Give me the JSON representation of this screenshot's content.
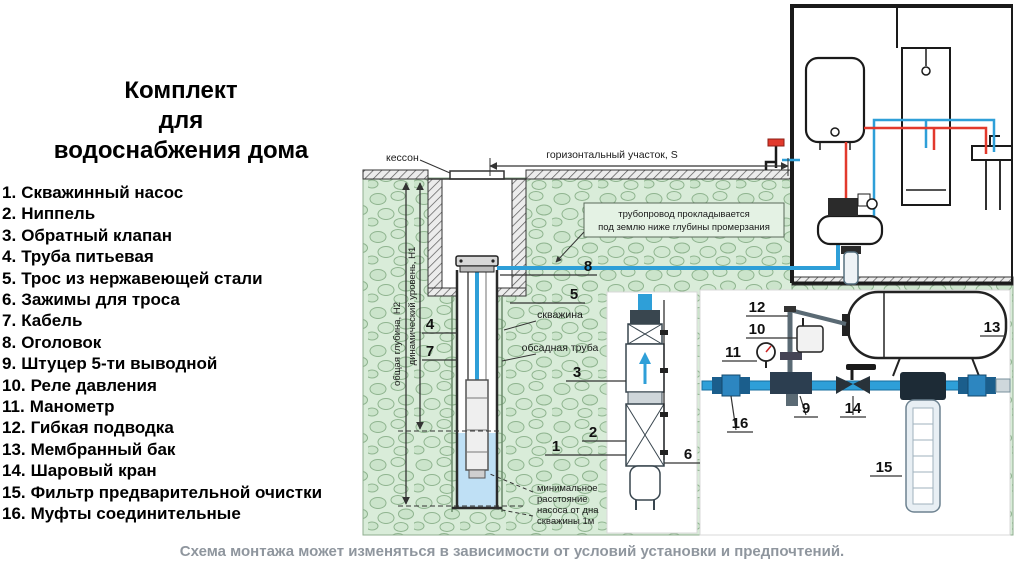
{
  "title": {
    "lines": [
      "Комплект",
      "для",
      "водоснабжения дома"
    ]
  },
  "legend": {
    "items": [
      {
        "n": "1.",
        "t": "Скважинный насос"
      },
      {
        "n": "2.",
        "t": "Ниппель"
      },
      {
        "n": "3.",
        "t": "Обратный клапан"
      },
      {
        "n": "4.",
        "t": "Труба питьевая"
      },
      {
        "n": "5.",
        "t": "Трос из нержавеющей стали"
      },
      {
        "n": "6.",
        "t": "Зажимы для троса"
      },
      {
        "n": "7.",
        "t": "Кабель"
      },
      {
        "n": "8.",
        "t": "Оголовок"
      },
      {
        "n": "9.",
        "t": "Штуцер 5-ти выводной"
      },
      {
        "n": "10.",
        "t": "Реле давления"
      },
      {
        "n": "11.",
        "t": "Манометр"
      },
      {
        "n": "12.",
        "t": "Гибкая подводка"
      },
      {
        "n": "13.",
        "t": "Мембранный бак"
      },
      {
        "n": "14.",
        "t": "Шаровый кран"
      },
      {
        "n": "15.",
        "t": "Фильтр предварительной очистки"
      },
      {
        "n": "16.",
        "t": "Муфты соединительные"
      }
    ]
  },
  "diagram": {
    "labels": {
      "kesson": "кессон",
      "horizontal_section": "горизонтальный участок, S",
      "pipeline_note_1": "трубопровод прокладывается",
      "pipeline_note_2": "под землю ниже глубины промерзания",
      "total_depth": "общая глубина, H2",
      "dynamic_level": "динамический уровень, H1",
      "well": "скважина",
      "casing": "обсадная труба",
      "min_dist_1": "минимальное",
      "min_dist_2": "расстояние",
      "min_dist_3": "насоса от дна",
      "min_dist_4": "скважины 1м"
    },
    "callouts": {
      "c1": "1",
      "c2": "2",
      "c3": "3",
      "c4": "4",
      "c5": "5",
      "c6": "6",
      "c7": "7",
      "c8": "8",
      "c9": "9",
      "c10": "10",
      "c11": "11",
      "c12": "12",
      "c13": "13",
      "c14": "14",
      "c15": "15",
      "c16": "16"
    }
  },
  "footer": {
    "note": "Схема монтажа может изменяться в зависимости от условий установки и предпочтений."
  },
  "colors": {
    "ground_green": "#d9ecd9",
    "cold_pipe_blue": "#2e9fd8",
    "hot_pipe_red": "#e2392c",
    "note_gray": "#8f969e"
  }
}
